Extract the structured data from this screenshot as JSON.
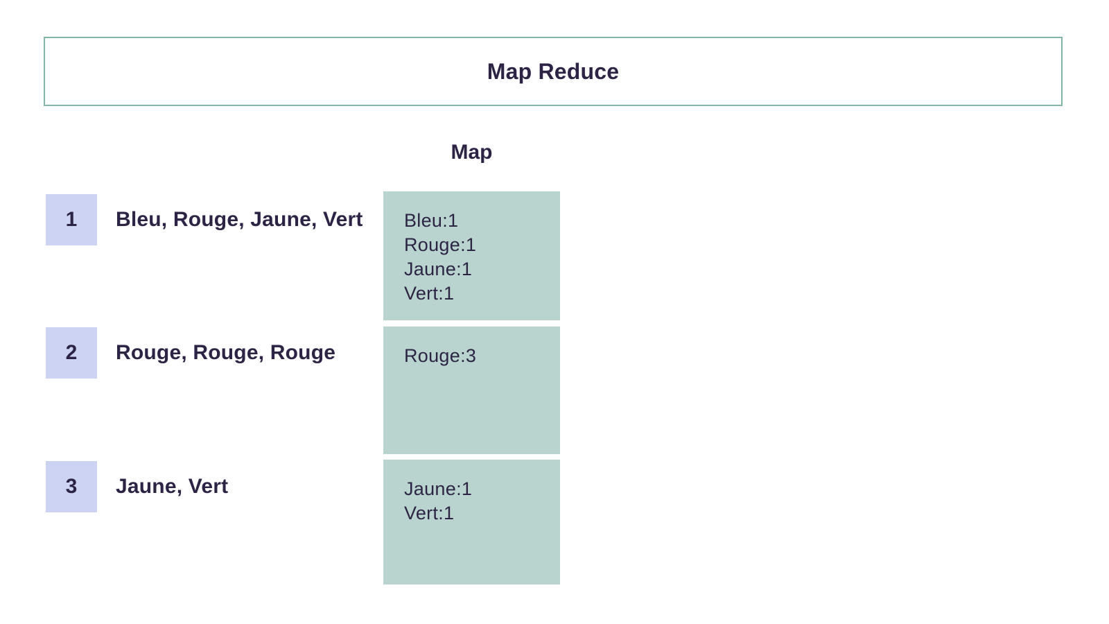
{
  "diagram": {
    "title": "Map Reduce",
    "column_header": "Map",
    "rows": [
      {
        "id": "1",
        "input": "Bleu, Rouge, Jaune, Vert",
        "map_output": [
          "Bleu:1",
          "Rouge:1",
          "Jaune:1",
          "Vert:1"
        ]
      },
      {
        "id": "2",
        "input": "Rouge, Rouge, Rouge",
        "map_output": [
          "Rouge:3"
        ]
      },
      {
        "id": "3",
        "input": "Jaune, Vert",
        "map_output": [
          "Jaune:1",
          "Vert:1"
        ]
      }
    ]
  },
  "colors": {
    "title_border": "#82b6a4",
    "map_box_bg": "#b9d4ce",
    "row_number_bg": "#cdd3f3",
    "text": "#2d2345",
    "background": "#ffffff"
  }
}
